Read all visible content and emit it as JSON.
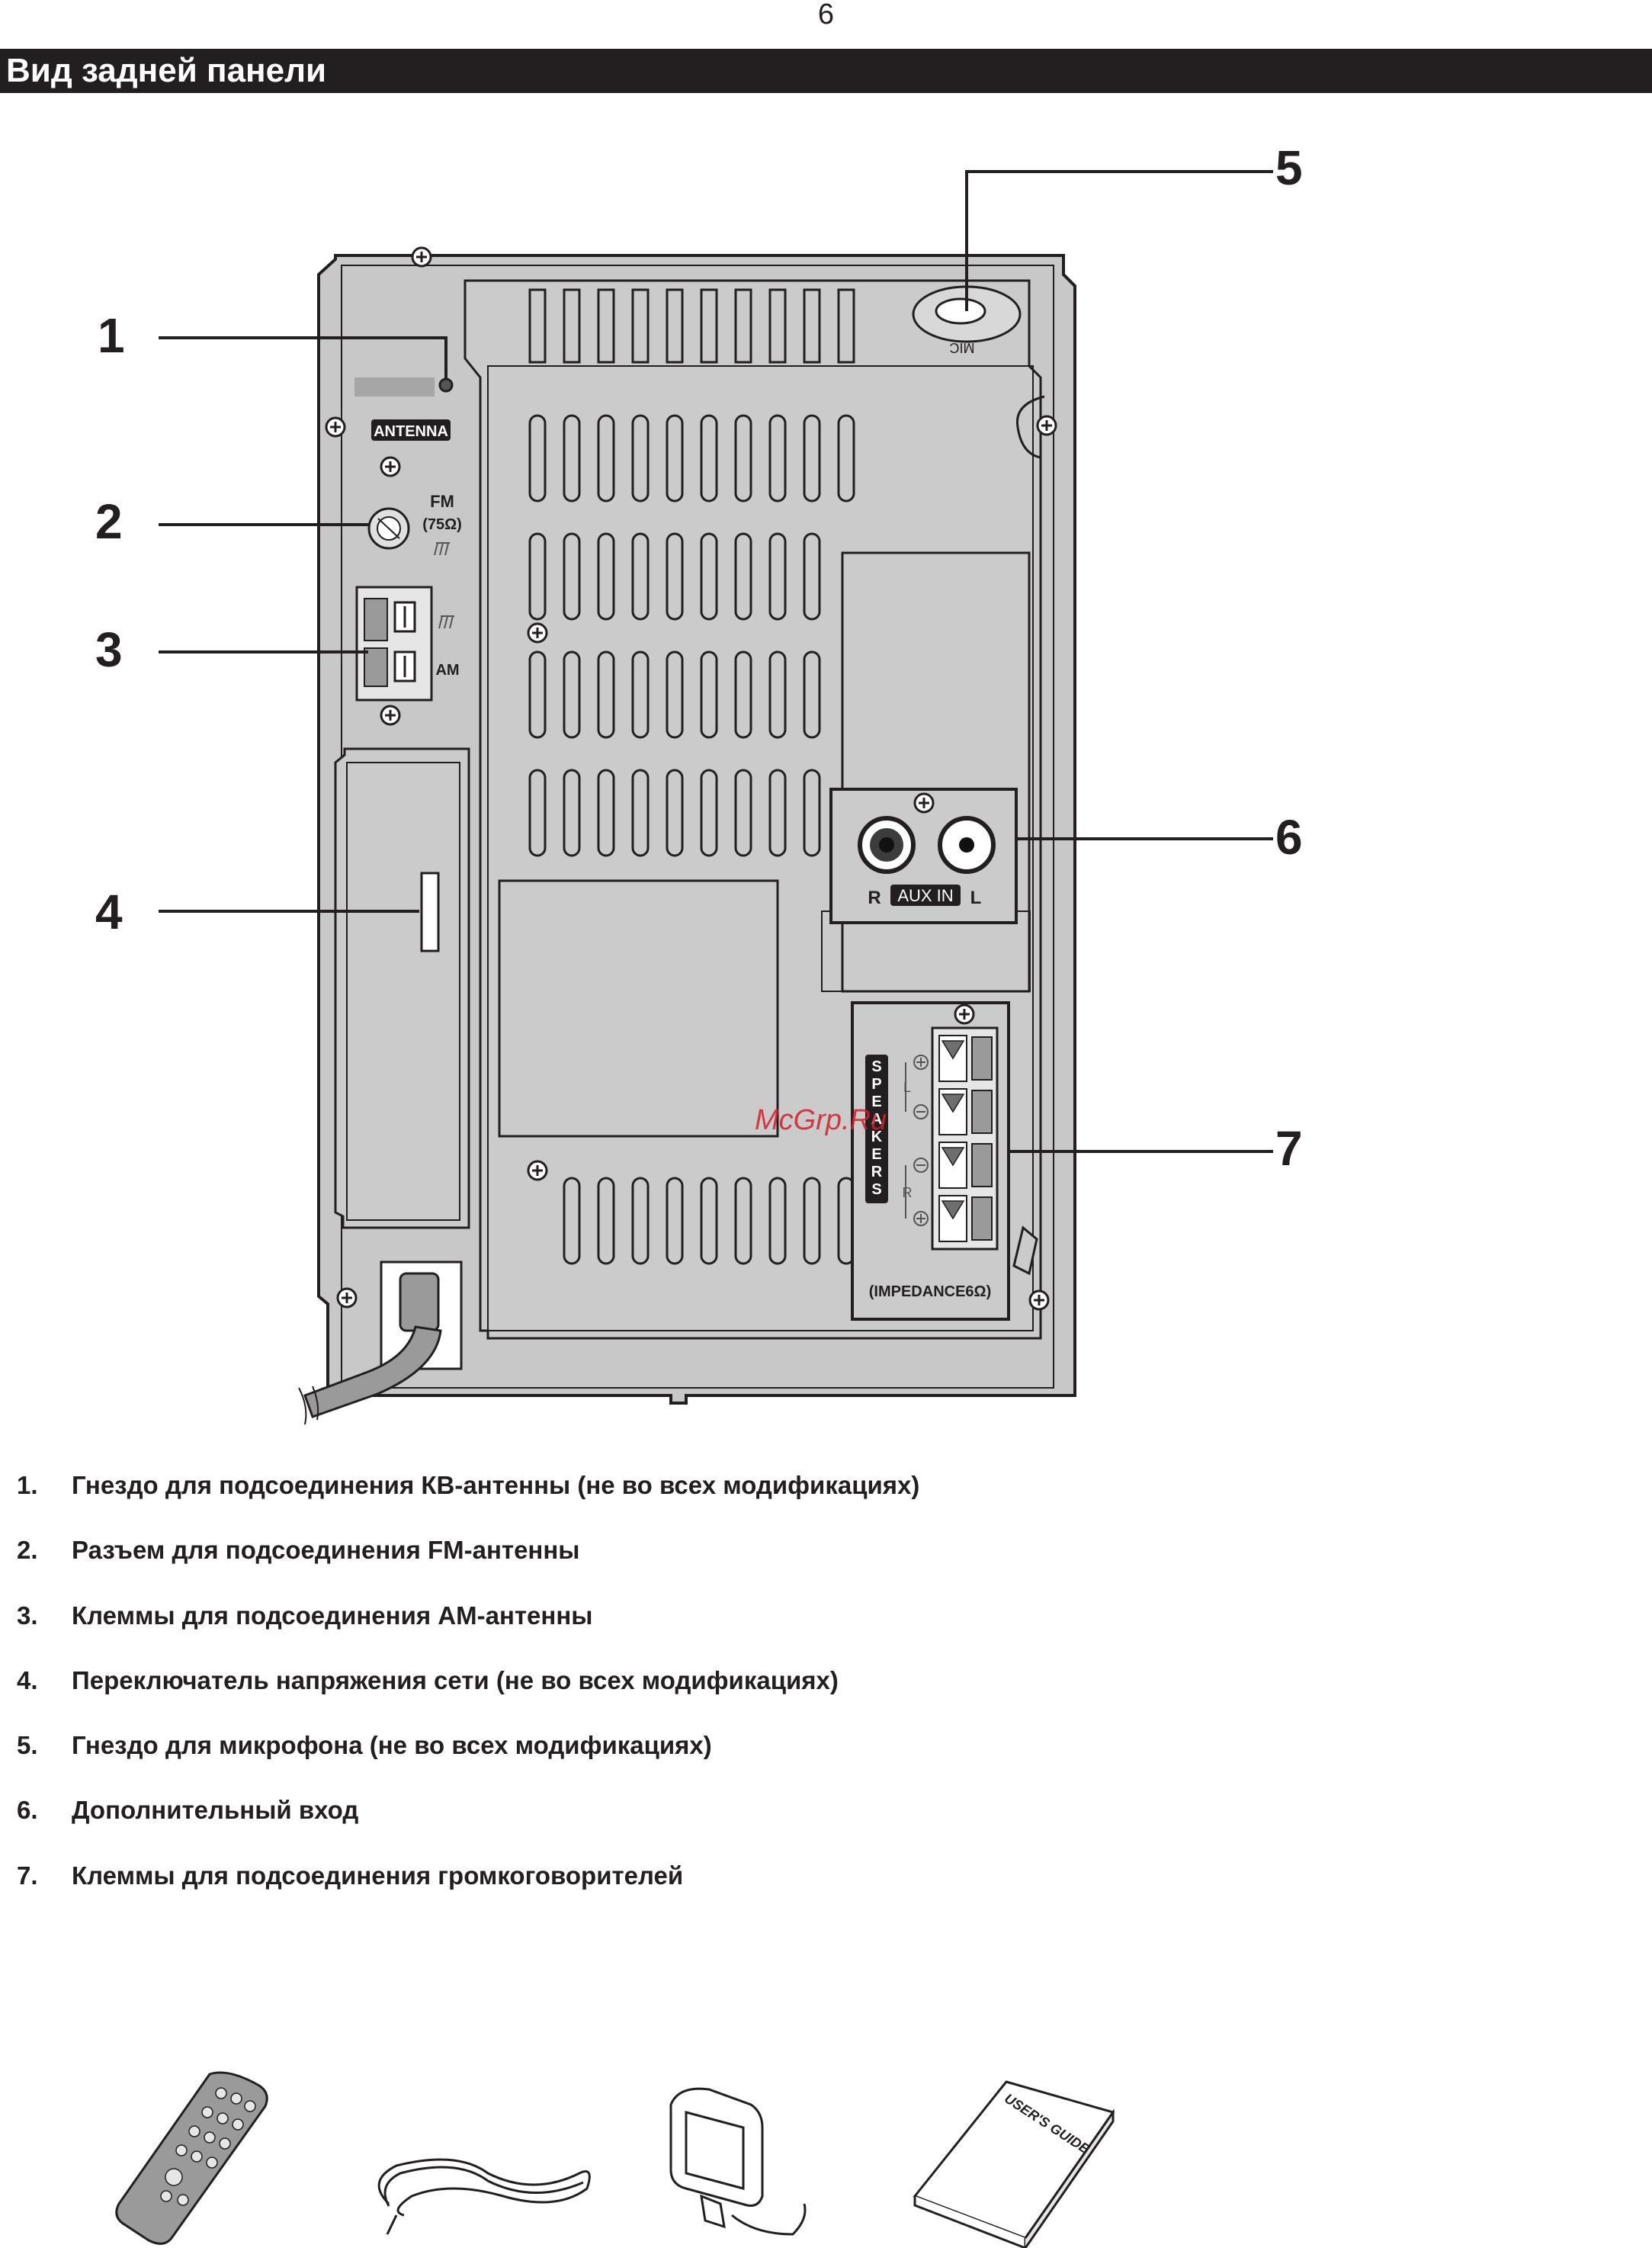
{
  "page_number": "6",
  "section_title": "Вид задней панели",
  "callouts": [
    "1",
    "2",
    "3",
    "4",
    "5",
    "6",
    "7"
  ],
  "panel_labels": {
    "antenna": "ANTENNA",
    "fm": "FM",
    "fm_impedance": "(75Ω)",
    "am": "AM",
    "mic": "MIC",
    "aux_in": "AUX IN",
    "aux_r": "R",
    "aux_l": "L",
    "speakers_vertical": [
      "S",
      "P",
      "E",
      "A",
      "K",
      "E",
      "R",
      "S"
    ],
    "speaker_l": "L",
    "speaker_r": "R",
    "impedance": "(IMPEDANCE6Ω)"
  },
  "watermark": "McGrp.Ru",
  "legend": [
    {
      "num": "1.",
      "text": "Гнездо для подсоединения КВ-антенны (не во всех модификациях)"
    },
    {
      "num": "2.",
      "text": "Разъем для подсоединения FM-антенны"
    },
    {
      "num": "3.",
      "text": "Клеммы для подсоединения АМ-антенны"
    },
    {
      "num": "4.",
      "text": "Переключатель напряжения сети (не во всех модификациях)"
    },
    {
      "num": "5.",
      "text": "Гнездо для микрофона (не во всех модификациях)"
    },
    {
      "num": "6.",
      "text": "Дополнительный вход"
    },
    {
      "num": "7.",
      "text": "Клеммы для подсоединения громкоговорителей"
    }
  ],
  "accessories": {
    "manual_cover": "USER'S GUIDE"
  }
}
